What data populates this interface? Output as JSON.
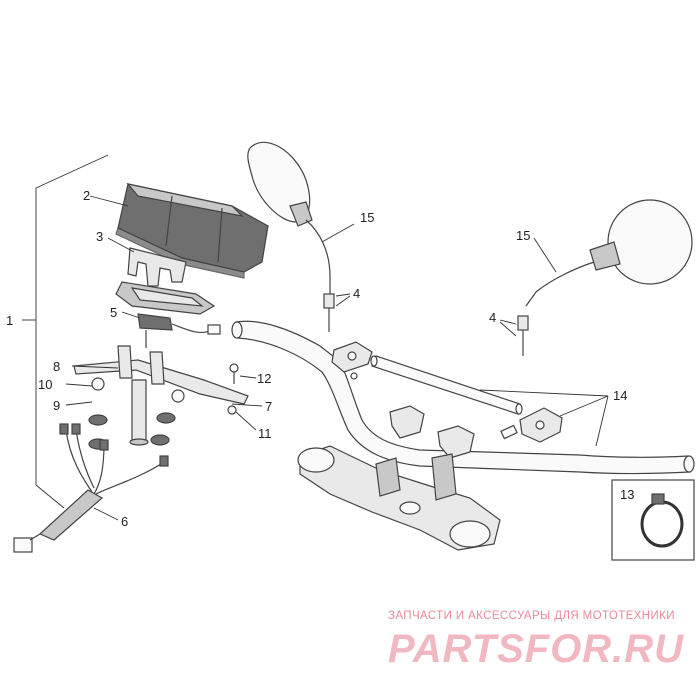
{
  "callouts": [
    {
      "id": "c1",
      "label": "1"
    },
    {
      "id": "c2",
      "label": "2"
    },
    {
      "id": "c3",
      "label": "3"
    },
    {
      "id": "c4a",
      "label": "4"
    },
    {
      "id": "c4b",
      "label": "4"
    },
    {
      "id": "c5",
      "label": "5"
    },
    {
      "id": "c6",
      "label": "6"
    },
    {
      "id": "c7",
      "label": "7"
    },
    {
      "id": "c8",
      "label": "8"
    },
    {
      "id": "c9",
      "label": "9"
    },
    {
      "id": "c10",
      "label": "10"
    },
    {
      "id": "c11",
      "label": "11"
    },
    {
      "id": "c12",
      "label": "12"
    },
    {
      "id": "c13",
      "label": "13"
    },
    {
      "id": "c14",
      "label": "14"
    },
    {
      "id": "c15a",
      "label": "15"
    },
    {
      "id": "c15b",
      "label": "15"
    }
  ],
  "watermark": {
    "tagline": "ЗАПЧАСТИ И АКСЕССУАРЫ ДЛЯ МОТОТЕХНИКИ",
    "brand": "PARTSFOR.RU"
  },
  "colors": {
    "line": "#444444",
    "watermark": "#e98a9a"
  }
}
